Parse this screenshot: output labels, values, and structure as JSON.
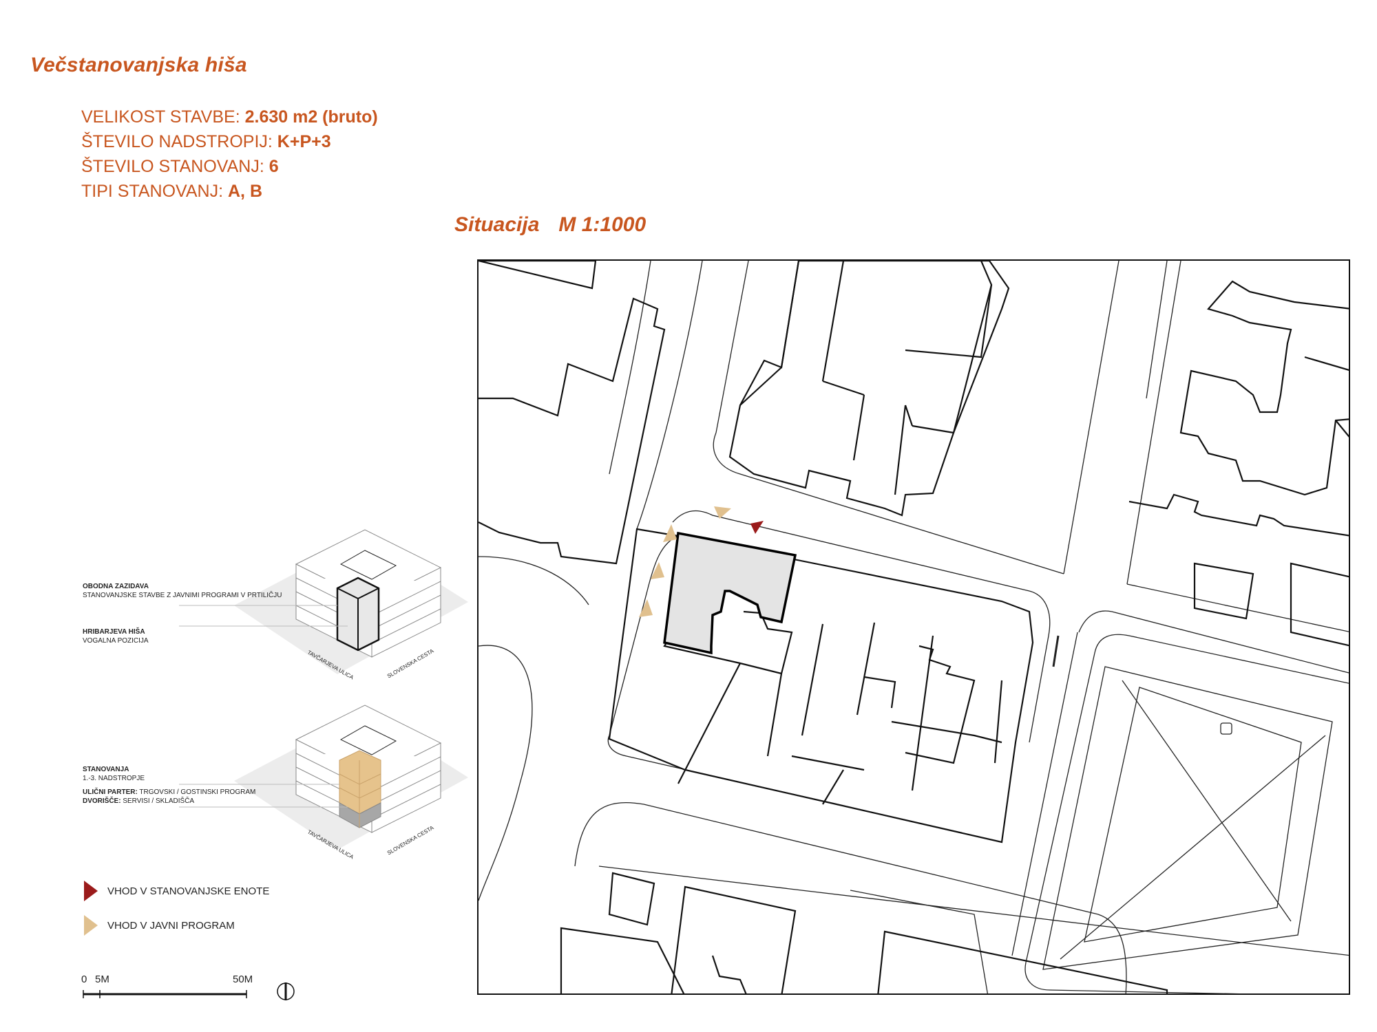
{
  "title": "Večstanovanjska hiša",
  "stats": [
    {
      "label": "VELIKOST STAVBE:",
      "value": "2.630 m2 (bruto)"
    },
    {
      "label": "ŠTEVILO NADSTROPIJ:",
      "value": "K+P+3"
    },
    {
      "label": "ŠTEVILO STANOVANJ:",
      "value": "6"
    },
    {
      "label": "TIPI STANOVANJ:",
      "value": "A, B"
    }
  ],
  "map": {
    "title": "Situacija",
    "scale": "M 1:1000"
  },
  "diagram_top": {
    "note1_title": "OBODNA ZAZIDAVA",
    "note1_text": "STANOVANJSKE STAVBE Z JAVNIMI PROGRAMI V PRTILIČJU",
    "note2_title": "HRIBARJEVA HIŠA",
    "note2_text": "VOGALNA POZICIJA",
    "street1": "TAVČARJEVA ULICA",
    "street2": "SLOVENSKA CESTA"
  },
  "diagram_bottom": {
    "note1_title": "STANOVANJA",
    "note1_text": "1.-3. NADSTROPJE",
    "note2_title": "ULIČNI PARTER:",
    "note2_text": "TRGOVSKI / GOSTINSKI PROGRAM",
    "note3_title": "DVORIŠČE:",
    "note3_text": "SERVISI / SKLADIŠČA",
    "street1": "TAVČARJEVA ULICA",
    "street2": "SLOVENSKA CESTA"
  },
  "legend": [
    {
      "label": "VHOD V STANOVANJSKE ENOTE",
      "color": "#9b1b1b",
      "icon": "red-triangle-icon"
    },
    {
      "label": "VHOD V JAVNI PROGRAM",
      "color": "#e0c08e",
      "icon": "beige-triangle-icon"
    }
  ],
  "scalebar": {
    "zero": "0",
    "mid": "5M",
    "end": "50M"
  },
  "colors": {
    "accent": "#c8561f",
    "highlight": "#e4e4e4",
    "residential": "#e6c38c",
    "base": "#a7a7a7"
  }
}
